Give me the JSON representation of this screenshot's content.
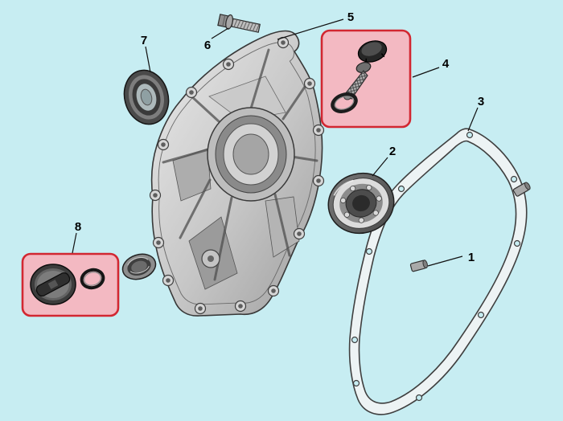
{
  "diagram": {
    "part_labels": [
      "1",
      "2",
      "3",
      "4",
      "5",
      "6",
      "7",
      "8"
    ],
    "highlighted_parts": [
      "4",
      "8"
    ]
  },
  "colors": {
    "background": "#c7edf2",
    "highlight_fill": "#f3b9c2",
    "highlight_stroke": "#d22731",
    "outline": "#383838",
    "label_text": "#000000"
  }
}
